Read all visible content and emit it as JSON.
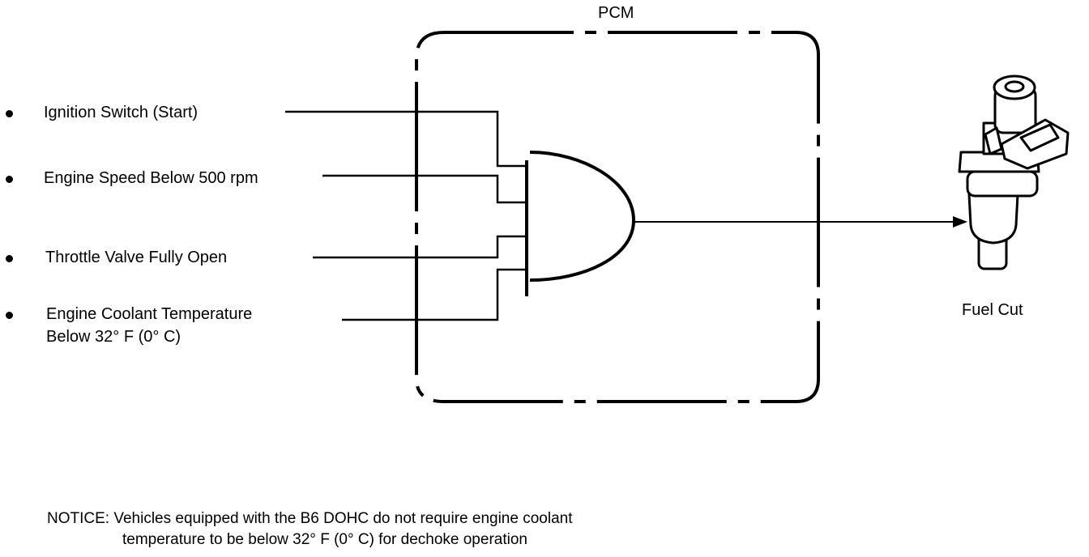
{
  "pcm_label": "PCM",
  "inputs": [
    {
      "label": "Ignition Switch (Start)"
    },
    {
      "label": "Engine Speed Below 500 rpm"
    },
    {
      "label": "Throttle Valve Fully Open"
    },
    {
      "label": "Engine Coolant Temperature",
      "label_line2": "Below 32° F (0° C)"
    }
  ],
  "output_label": "Fuel Cut",
  "output_device_icon": "fuel-injector-icon",
  "gate_type": "AND",
  "notice": {
    "line1": "NOTICE: Vehicles equipped with the B6 DOHC do not require engine coolant",
    "line2": "temperature to be below 32° F (0° C) for dechoke operation"
  }
}
